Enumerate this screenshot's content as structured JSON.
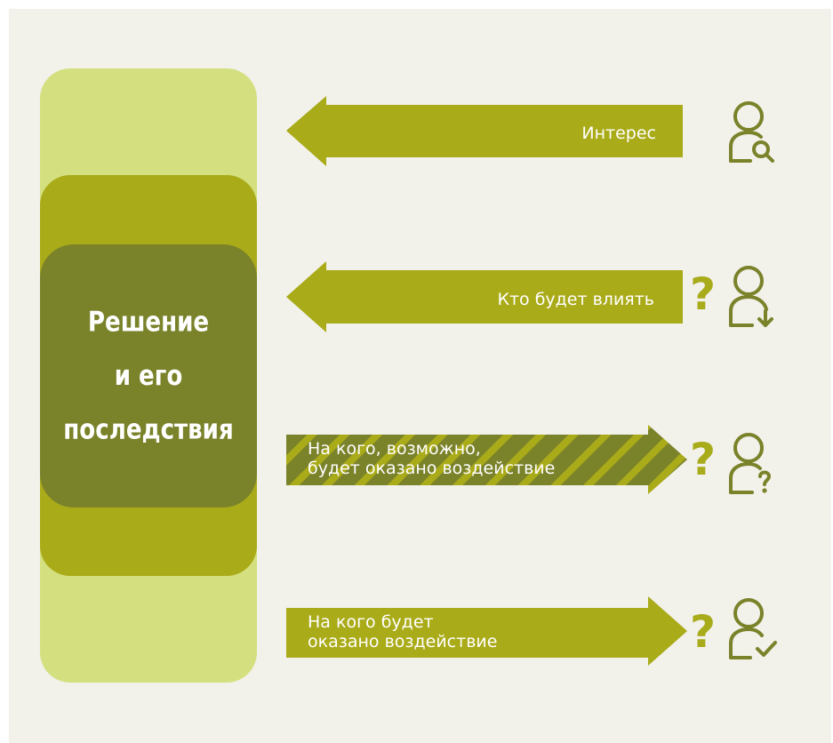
{
  "center": {
    "line1": "Решение",
    "line2": "и его",
    "line3": "последствия"
  },
  "arrows": [
    {
      "label": "Интерес",
      "direction": "left",
      "pattern": "solid",
      "question": "",
      "icon": "person-search-icon"
    },
    {
      "label": "Кто будет влиять",
      "direction": "left",
      "pattern": "solid",
      "question": "?",
      "icon": "person-down-arrow-icon"
    },
    {
      "label_line1": "На кого, возможно,",
      "label_line2": "будет оказано воздействие",
      "direction": "right",
      "pattern": "striped",
      "question": "?",
      "icon": "person-question-icon"
    },
    {
      "label_line1": "На кого будет",
      "label_line2": "оказано воздействие",
      "direction": "right",
      "pattern": "solid",
      "question": "?",
      "icon": "person-check-icon"
    }
  ],
  "colors": {
    "background": "#f2f1ea",
    "outer_column": "#d4e07f",
    "mid_column": "#aaab19",
    "inner_column": "#7a822a",
    "arrow": "#aaab19",
    "icon": "#7a822a",
    "question_mark": "#a8ab1a"
  }
}
